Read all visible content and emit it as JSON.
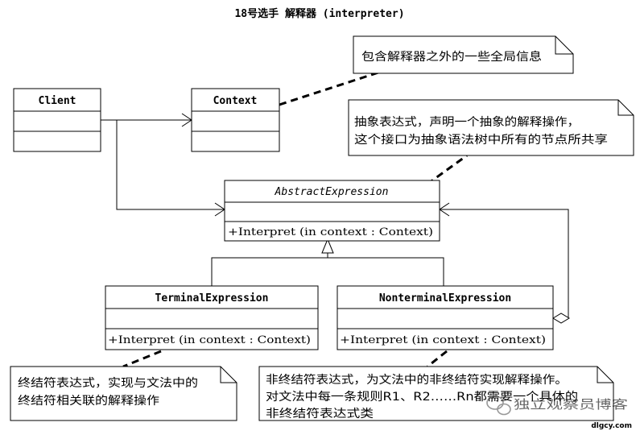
{
  "title": "18号选手 解释器 (interpreter)",
  "classes": {
    "client": {
      "name": "Client"
    },
    "context": {
      "name": "Context"
    },
    "abstract": {
      "name": "AbstractExpression",
      "op": "+Interpret (in context  : Context)"
    },
    "terminal": {
      "name": "TerminalExpression",
      "op": "+Interpret (in context  : Context)"
    },
    "nonterminal": {
      "name": "NonterminalExpression",
      "op": "+Interpret (in context  : Context)"
    }
  },
  "notes": {
    "context": {
      "lines": [
        "包含解释器之外的一些全局信息"
      ]
    },
    "abstract": {
      "lines": [
        "抽象表达式，声明一个抽象的解释操作，",
        "这个接口为抽象语法树中所有的节点所共享"
      ]
    },
    "terminal": {
      "lines": [
        "终结符表达式，实现与文法中的",
        "终结符相关联的解释操作"
      ]
    },
    "nonterminal": {
      "lines": [
        "非终结符表达式，为文法中的非终结符实现解释操作。",
        "对文法中每一条规则R1、R2……Rn都需要一个具体的",
        "非终结符表达式类"
      ]
    }
  },
  "watermark": {
    "text": "独立观察员博客",
    "site": "dlgcy.com"
  }
}
